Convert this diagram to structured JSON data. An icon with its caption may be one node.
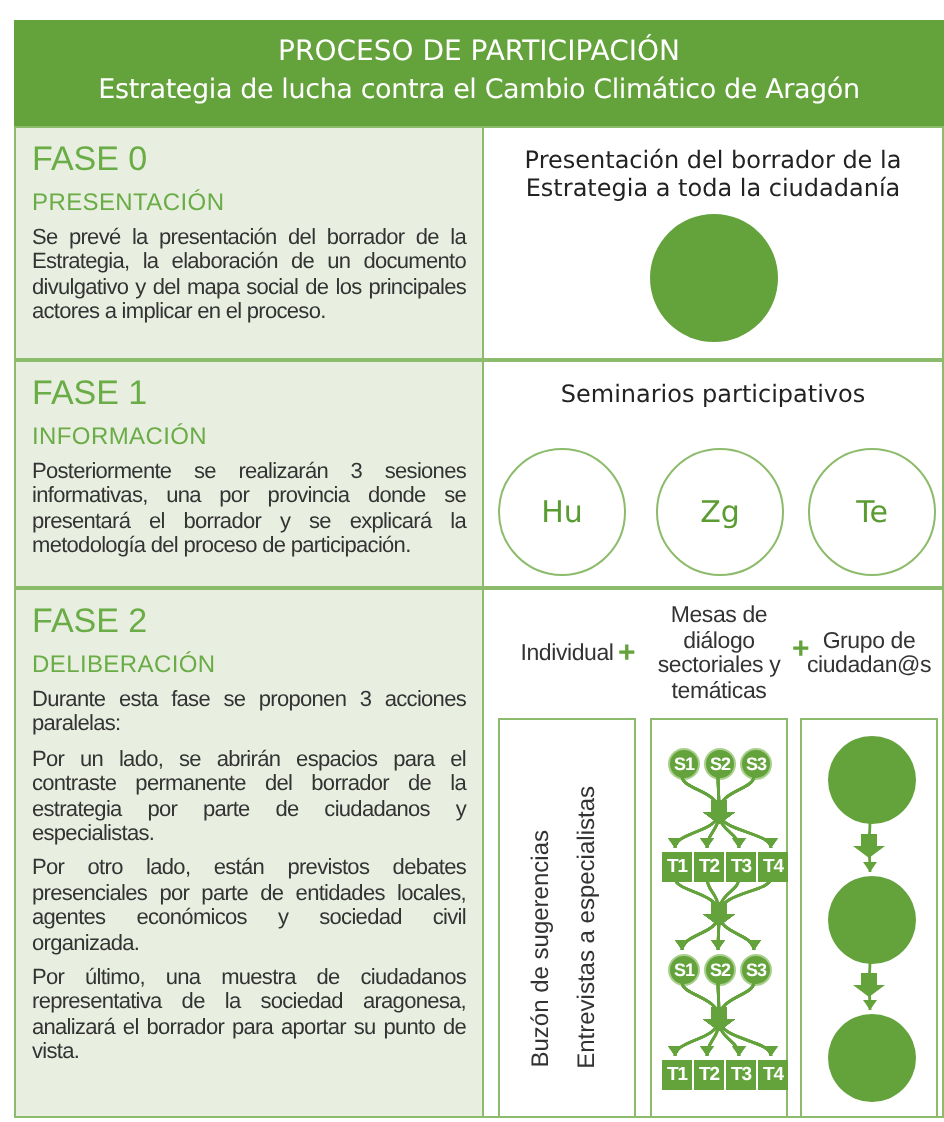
{
  "diagram": {
    "title": "PROCESO DE PARTICIPACIÓN",
    "nodes": [
      {
        "text": [
          "FASE 0",
          "PRESENTACIÓN",
          "Se prevé la presentación del borrador de la Estrategia, la elaboración de un documento divulgativo y del mapa social de los principales actores a implicar en el proceso."
        ]
      },
      {
        "text": [
          "Presentación del borrador de la Estrategia a toda la ciudadanía"
        ]
      },
      {
        "text": [],
        "shape": "circle",
        "in": 1
      },
      {
        "text": [
          "FASE 1",
          "INFORMACIÓN",
          "Posteriormente se realizarán 3 sesiones informativas, una por provincia donde se presentará el borrador y se explicará la metodología del proceso de participación."
        ]
      },
      {
        "text": [
          "Seminarios participativos"
        ]
      },
      {
        "text": [
          "Hu"
        ],
        "in": 4
      },
      {
        "text": [
          "Zg"
        ],
        "in": 4
      },
      {
        "text": [
          "Te"
        ],
        "in": 4
      },
      {
        "text": [
          "FASE 2",
          "DELIBERACIÓN",
          "Durante esta fase se proponen 3 acciones paralelas:",
          "Por un lado, se abrirán espacios para el contraste permanente del borrador de la estrategia por parte de ciudadanos y especialistas.",
          "Por otro lado, están previstos debates presenciales por parte de entidades locales, agentes económicos y sociedad civil organizada.",
          "Por último, una muestra de ciudadanos representativa de la sociedad aragonesa, analizará el borrador para aportar su punto de vista."
        ]
      },
      {
        "text": [],
        "shape": "box"
      },
      {
        "text": [
          "Individual",
          "Buzón de sugerencias",
          "Entrevistas a especialistas"
        ],
        "in": 9
      },
      {
        "text": [
          "Mesas de diálogo sectoriales y temáticas"
        ],
        "in": 9
      },
      {
        "text": [
          "S1"
        ],
        "in": 11
      },
      {
        "text": [
          "S2"
        ],
        "in": 11
      },
      {
        "text": [
          "S3"
        ],
        "in": 11
      },
      {
        "text": [
          "T1"
        ],
        "in": 11
      },
      {
        "text": [
          "T2"
        ],
        "in": 11
      },
      {
        "text": [
          "T3"
        ],
        "in": 11
      },
      {
        "text": [
          "T4"
        ],
        "in": 11
      },
      {
        "text": [
          "S1"
        ],
        "in": 11
      },
      {
        "text": [
          "S2"
        ],
        "in": 11
      },
      {
        "text": [
          "S3"
        ],
        "in": 11
      },
      {
        "text": [
          "T1"
        ],
        "in": 11
      },
      {
        "text": [
          "T2"
        ],
        "in": 11
      },
      {
        "text": [
          "T3"
        ],
        "in": 11
      },
      {
        "text": [
          "T4"
        ],
        "in": 11
      },
      {
        "text": [
          "Grupo de ciudadan@s"
        ],
        "in": 9
      },
      {
        "text": [],
        "shape": "circle",
        "in": 26
      },
      {
        "text": [],
        "shape": "circle",
        "in": 26
      },
      {
        "text": [],
        "shape": "circle",
        "in": 26
      }
    ],
    "edges": [
      {
        "from": 12,
        "to": 15,
        "arrow": "to"
      },
      {
        "from": 12,
        "to": 16,
        "arrow": "to"
      },
      {
        "from": 12,
        "to": 17,
        "arrow": "to"
      },
      {
        "from": 12,
        "to": 18,
        "arrow": "to"
      },
      {
        "from": 13,
        "to": 15,
        "arrow": "to"
      },
      {
        "from": 13,
        "to": 16,
        "arrow": "to"
      },
      {
        "from": 13,
        "to": 17,
        "arrow": "to"
      },
      {
        "from": 13,
        "to": 18,
        "arrow": "to"
      },
      {
        "from": 14,
        "to": 15,
        "arrow": "to"
      },
      {
        "from": 14,
        "to": 16,
        "arrow": "to"
      },
      {
        "from": 14,
        "to": 17,
        "arrow": "to"
      },
      {
        "from": 14,
        "to": 18,
        "arrow": "to"
      },
      {
        "from": 15,
        "to": 19,
        "arrow": "to"
      },
      {
        "from": 15,
        "to": 20,
        "arrow": "to"
      },
      {
        "from": 15,
        "to": 21,
        "arrow": "to"
      },
      {
        "from": 16,
        "to": 19,
        "arrow": "to"
      },
      {
        "from": 16,
        "to": 20,
        "arrow": "to"
      },
      {
        "from": 16,
        "to": 21,
        "arrow": "to"
      },
      {
        "from": 17,
        "to": 19,
        "arrow": "to"
      },
      {
        "from": 17,
        "to": 20,
        "arrow": "to"
      },
      {
        "from": 17,
        "to": 21,
        "arrow": "to"
      },
      {
        "from": 18,
        "to": 19,
        "arrow": "to"
      },
      {
        "from": 18,
        "to": 20,
        "arrow": "to"
      },
      {
        "from": 18,
        "to": 21,
        "arrow": "to"
      },
      {
        "from": 19,
        "to": 22,
        "arrow": "to"
      },
      {
        "from": 19,
        "to": 23,
        "arrow": "to"
      },
      {
        "from": 19,
        "to": 24,
        "arrow": "to"
      },
      {
        "from": 19,
        "to": 25,
        "arrow": "to"
      },
      {
        "from": 20,
        "to": 22,
        "arrow": "to"
      },
      {
        "from": 20,
        "to": 23,
        "arrow": "to"
      },
      {
        "from": 20,
        "to": 24,
        "arrow": "to"
      },
      {
        "from": 20,
        "to": 25,
        "arrow": "to"
      },
      {
        "from": 21,
        "to": 22,
        "arrow": "to"
      },
      {
        "from": 21,
        "to": 23,
        "arrow": "to"
      },
      {
        "from": 21,
        "to": 24,
        "arrow": "to"
      },
      {
        "from": 21,
        "to": 25,
        "arrow": "to"
      },
      {
        "from": 27,
        "to": 28,
        "arrow": "to"
      },
      {
        "from": 28,
        "to": 29,
        "arrow": "to"
      }
    ],
    "labels": [
      "Estrategia de lucha contra el Cambio Climático de Aragón",
      "+",
      "+"
    ]
  }
}
